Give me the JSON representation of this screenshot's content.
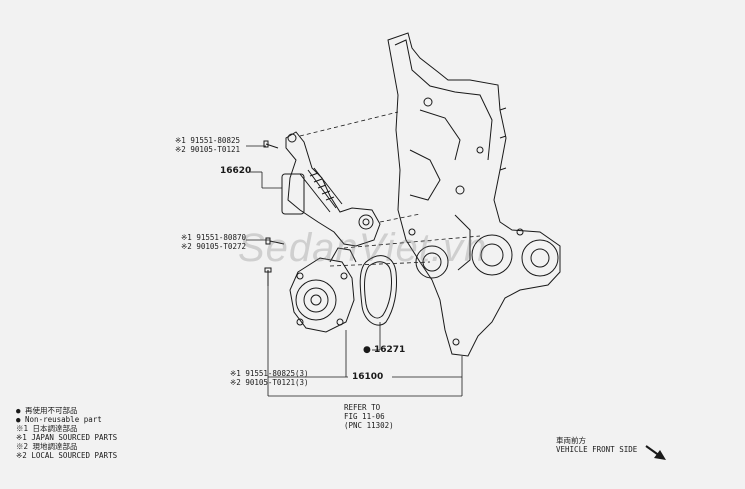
{
  "labels": {
    "group1": {
      "line1": "※1 91551-80825",
      "line2": "※2 90105-T0121"
    },
    "group2": {
      "line1": "※1 91551-80870",
      "line2": "※2 90105-T0272"
    },
    "group3": {
      "line1": "※1 91551-80825(3)",
      "line2": "※2 90105-T0121(3)"
    }
  },
  "part_numbers": {
    "tensioner": "16620",
    "gasket": "16271",
    "water_pump": "16100"
  },
  "refer": {
    "line1": "REFER TO",
    "line2": "FIG 11-06",
    "line3": "(PNC 11302)"
  },
  "legend": {
    "item1": "再使用不可部品",
    "item2": "Non-reusable part",
    "item3": "※1 日本調達部品",
    "item4": "※1 JAPAN SOURCED PARTS",
    "item5": "※2 現地調達部品",
    "item6": "※2 LOCAL SOURCED PARTS"
  },
  "direction": {
    "line1": "車両前方",
    "line2": "VEHICLE FRONT SIDE"
  },
  "watermark": "SedanViet.vn"
}
